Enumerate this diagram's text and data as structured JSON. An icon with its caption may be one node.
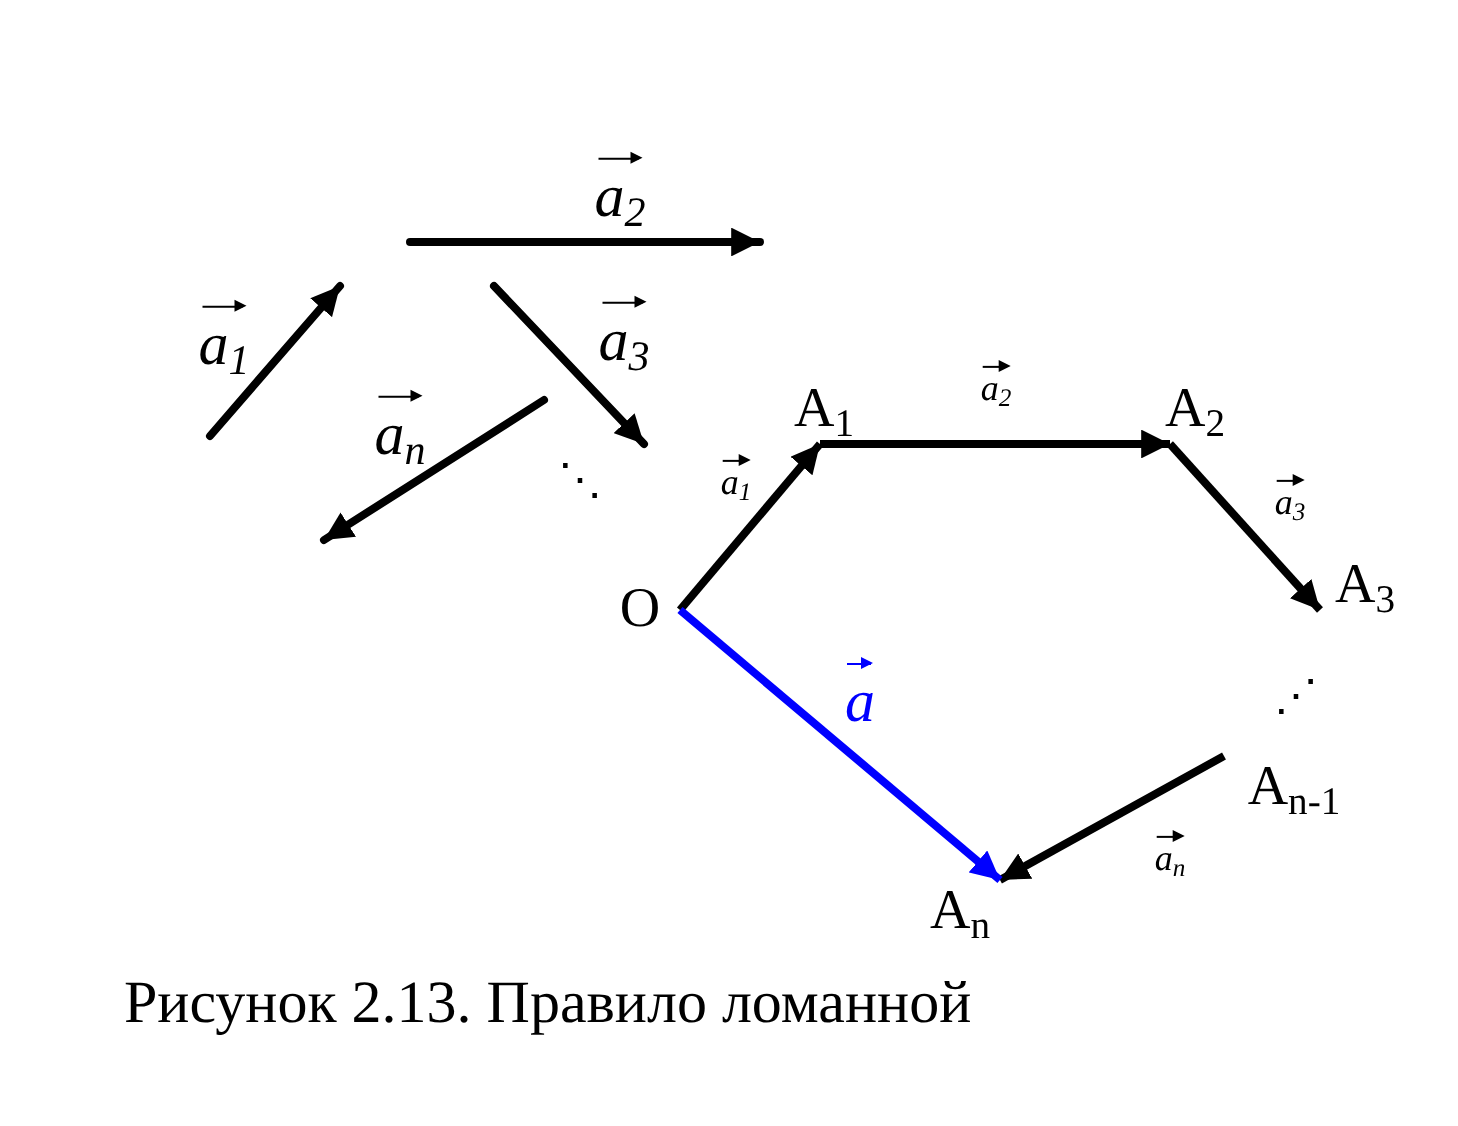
{
  "diagram": {
    "caption": "Рисунок 2.13. Правило ломанной",
    "nodes": [
      {
        "text": [
          "O"
        ]
      },
      {
        "text": [
          "A$_{1}$"
        ]
      },
      {
        "text": [
          "A$_{2}$"
        ]
      },
      {
        "text": [
          "A$_{3}$"
        ]
      },
      {
        "text": [
          "A$_{n-1}$"
        ]
      },
      {
        "text": [
          "A$_{n}$"
        ]
      }
    ],
    "edges": [
      {
        "from": 0,
        "to": 1,
        "arrow": "to",
        "label": "a$_{1}$"
      },
      {
        "from": 1,
        "to": 2,
        "arrow": "to",
        "label": "a$_{2}$"
      },
      {
        "from": 2,
        "to": 3,
        "arrow": "to",
        "label": "a$_{3}$"
      },
      {
        "from": 4,
        "to": 5,
        "arrow": "to",
        "label": "a$_{n}$"
      },
      {
        "from": 0,
        "to": 5,
        "arrow": "to",
        "label": "a",
        "color": "#0000ff"
      }
    ],
    "labels": [
      "a$_{2}$",
      "a$_{1}$",
      "a$_{3}$",
      "a$_{n}$",
      "⋱",
      "⋰"
    ]
  }
}
